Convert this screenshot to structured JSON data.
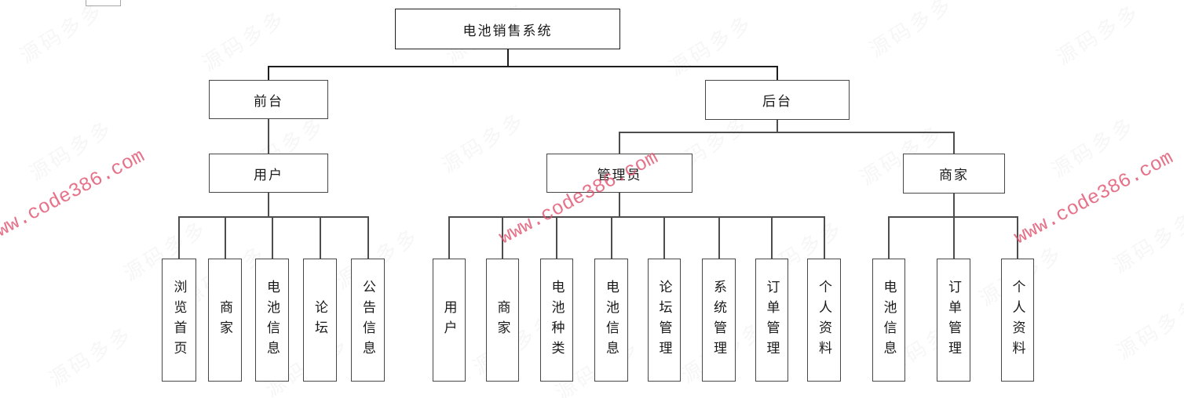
{
  "diagram": {
    "title": "电池销售系统",
    "root": {
      "label": "电池销售系统"
    },
    "level2": [
      {
        "label": "前台"
      },
      {
        "label": "后台"
      }
    ],
    "level3": [
      {
        "label": "用户"
      },
      {
        "label": "管理员"
      },
      {
        "label": "商家"
      }
    ],
    "groups": [
      {
        "parent": "用户",
        "children": [
          "浏览首页",
          "商家",
          "电池信息",
          "论坛",
          "公告信息"
        ]
      },
      {
        "parent": "管理员",
        "children": [
          "用户",
          "商家",
          "电池种类",
          "电池信息",
          "论坛管理",
          "系统管理",
          "订单管理",
          "个人资料"
        ]
      },
      {
        "parent": "商家",
        "children": [
          "电池信息",
          "订单管理",
          "个人资料"
        ]
      }
    ]
  },
  "watermark": {
    "red_text": "www.code386.com",
    "red_color": "#e04f6c",
    "faint_text": "源码多多"
  },
  "colors": {
    "background": "#ffffff",
    "box_border": "#474747",
    "line": "#4d4d4d",
    "text": "#1a1a1a"
  }
}
